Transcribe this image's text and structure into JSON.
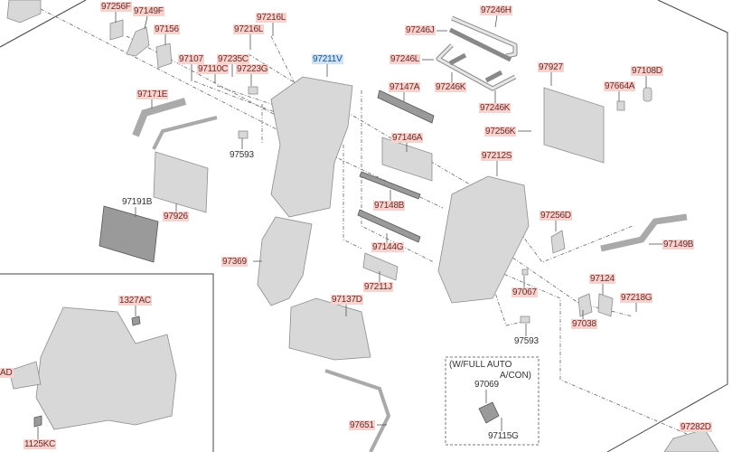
{
  "diagram": {
    "main_labels": [
      {
        "id": "97256F",
        "style": "red"
      },
      {
        "id": "97149F",
        "style": "red"
      },
      {
        "id": "97156",
        "style": "red"
      },
      {
        "id": "97216L",
        "style": "red"
      },
      {
        "id": "97216L",
        "style": "red"
      },
      {
        "id": "97107",
        "style": "red"
      },
      {
        "id": "97235C",
        "style": "red"
      },
      {
        "id": "97110C",
        "style": "red"
      },
      {
        "id": "97223G",
        "style": "red"
      },
      {
        "id": "97211V",
        "style": "blue"
      },
      {
        "id": "97171E",
        "style": "red"
      },
      {
        "id": "97593",
        "style": "plain"
      },
      {
        "id": "97191B",
        "style": "plain"
      },
      {
        "id": "97926",
        "style": "red"
      },
      {
        "id": "97246H",
        "style": "red"
      },
      {
        "id": "97246J",
        "style": "red"
      },
      {
        "id": "97246L",
        "style": "red"
      },
      {
        "id": "97147A",
        "style": "red"
      },
      {
        "id": "97246K",
        "style": "red"
      },
      {
        "id": "97246K",
        "style": "red"
      },
      {
        "id": "97927",
        "style": "red"
      },
      {
        "id": "97108D",
        "style": "red"
      },
      {
        "id": "97664A",
        "style": "red"
      },
      {
        "id": "97256K",
        "style": "red"
      },
      {
        "id": "97146A",
        "style": "red"
      },
      {
        "id": "97212S",
        "style": "red"
      },
      {
        "id": "97148B",
        "style": "red"
      },
      {
        "id": "97256D",
        "style": "red"
      },
      {
        "id": "97149B",
        "style": "red"
      },
      {
        "id": "97144G",
        "style": "red"
      },
      {
        "id": "97211J",
        "style": "red"
      },
      {
        "id": "97369",
        "style": "red"
      },
      {
        "id": "97067",
        "style": "red"
      },
      {
        "id": "97124",
        "style": "red"
      },
      {
        "id": "97218G",
        "style": "red"
      },
      {
        "id": "97038",
        "style": "red"
      },
      {
        "id": "97593",
        "style": "plain"
      },
      {
        "id": "97137D",
        "style": "red"
      },
      {
        "id": "97651",
        "style": "red"
      },
      {
        "id": "97282D",
        "style": "red"
      }
    ],
    "inset_labels": [
      {
        "id": "1327AC",
        "style": "red"
      },
      {
        "id": "AD",
        "style": "red"
      },
      {
        "id": "1125KC",
        "style": "red"
      }
    ],
    "option_box": {
      "title_line1": "(W/FULL AUTO",
      "title_line2": "A/CON)",
      "labels": [
        "97069",
        "97115G"
      ]
    },
    "colors": {
      "label_highlight": "#f7d3d0",
      "selected_highlight": "#cfe2f7"
    }
  }
}
